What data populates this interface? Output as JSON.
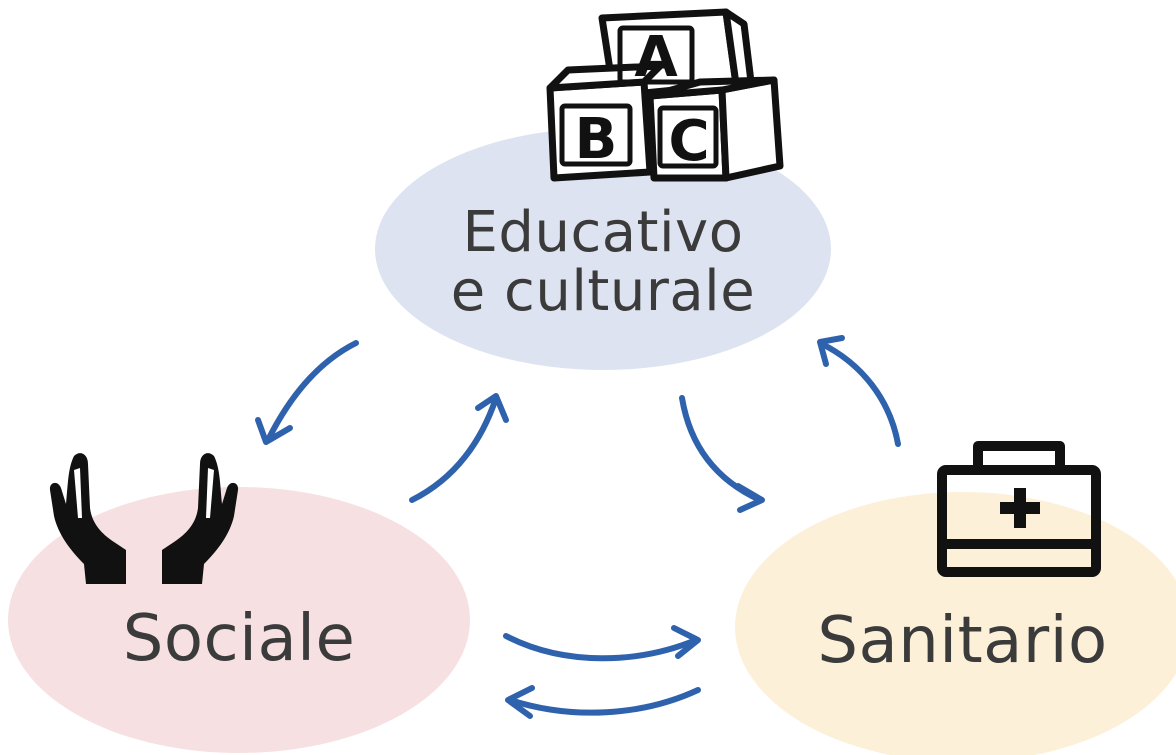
{
  "colors": {
    "arrow": "#2f62ad",
    "educativo_fill": "#dde3f1",
    "sociale_fill": "#f6e0e1",
    "sanitario_fill": "#fcf0d9",
    "text": "#3b3b3b",
    "icon": "#111111"
  },
  "nodes": {
    "educativo": {
      "label_line1": "Educativo",
      "label_line2": "e culturale",
      "icon": "abc-blocks-icon"
    },
    "sociale": {
      "label": "Sociale",
      "icon": "caring-hands-icon"
    },
    "sanitario": {
      "label": "Sanitario",
      "icon": "first-aid-kit-icon"
    }
  },
  "abc_blocks": {
    "letter_a": "A",
    "letter_b": "B",
    "letter_c": "C"
  },
  "edges": [
    {
      "from": "Educativo e culturale",
      "to": "Sociale"
    },
    {
      "from": "Sociale",
      "to": "Educativo e culturale"
    },
    {
      "from": "Educativo e culturale",
      "to": "Sanitario"
    },
    {
      "from": "Sanitario",
      "to": "Educativo e culturale"
    },
    {
      "from": "Sociale",
      "to": "Sanitario"
    },
    {
      "from": "Sanitario",
      "to": "Sociale"
    }
  ]
}
